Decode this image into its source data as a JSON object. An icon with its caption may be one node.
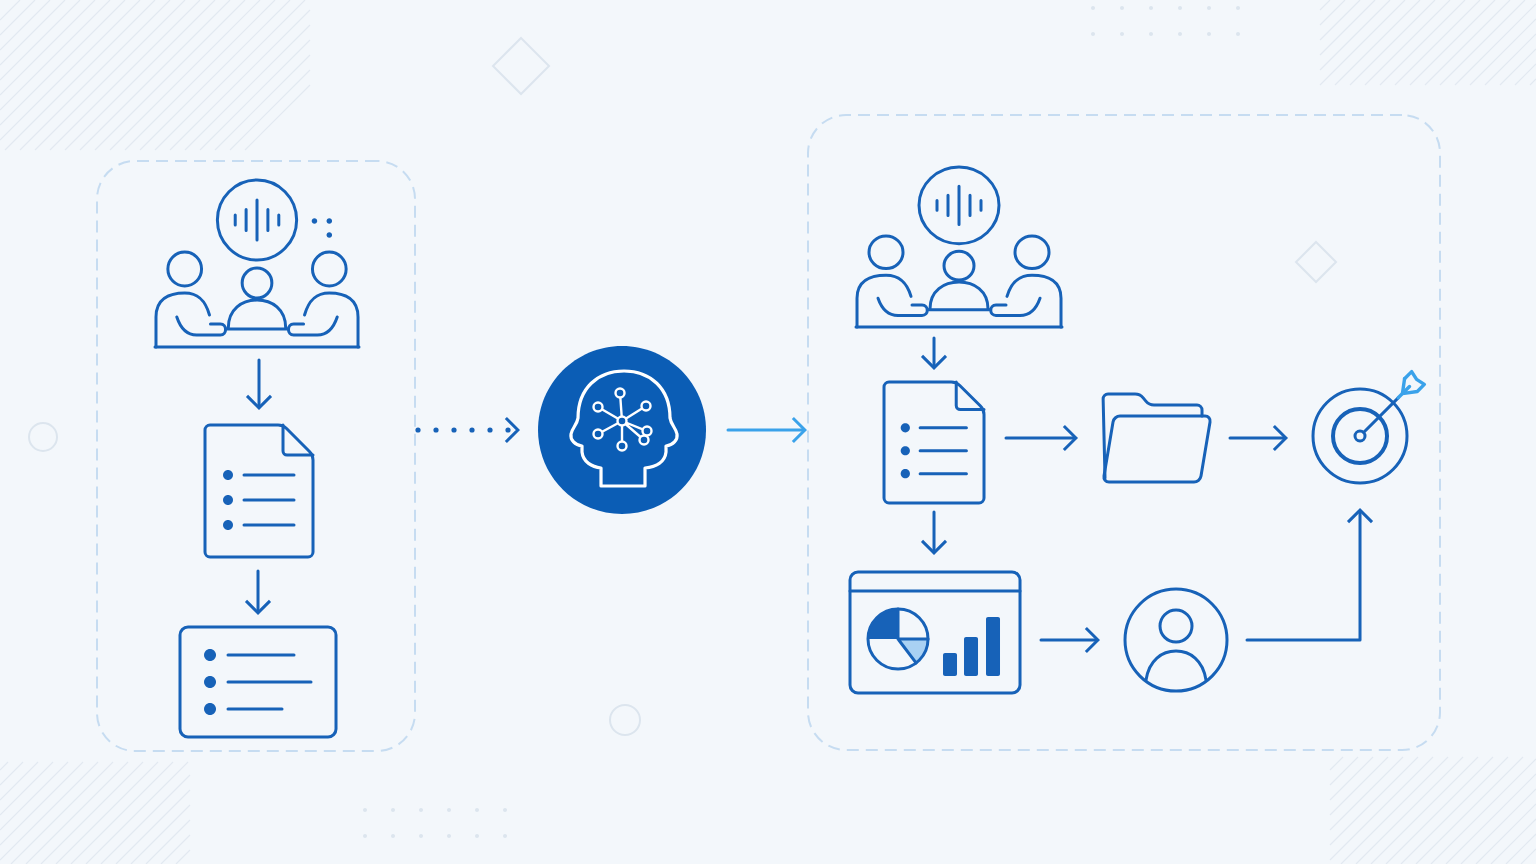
{
  "diagram": {
    "nodes": [
      {
        "text": [],
        "shape": "box"
      },
      {
        "text": [],
        "shape": "picture",
        "in": 0
      },
      {
        "text": [],
        "shape": "picture",
        "in": 0
      },
      {
        "text": [],
        "shape": "picture",
        "in": 0
      },
      {
        "text": [],
        "shape": "circle"
      },
      {
        "text": [],
        "shape": "box"
      },
      {
        "text": [],
        "shape": "picture",
        "in": 5
      },
      {
        "text": [],
        "shape": "picture",
        "in": 5
      },
      {
        "text": [],
        "shape": "box",
        "in": 5
      },
      {
        "text": [],
        "shape": "picture",
        "in": 5
      },
      {
        "text": [],
        "shape": "picture",
        "in": 5
      },
      {
        "text": [],
        "shape": "picture",
        "in": 5
      }
    ],
    "edges": [
      {
        "from": 1,
        "to": 2,
        "arrow": "to"
      },
      {
        "from": 2,
        "to": 3,
        "arrow": "to"
      },
      {
        "from": 0,
        "to": 4,
        "arrow": "to",
        "style": "dashed"
      },
      {
        "from": 4,
        "to": 5,
        "arrow": "to",
        "color": "#3aa2ea"
      },
      {
        "from": 6,
        "to": 7,
        "arrow": "to"
      },
      {
        "from": 7,
        "to": 8,
        "arrow": "to"
      },
      {
        "from": 8,
        "to": 9,
        "arrow": "to"
      },
      {
        "from": 7,
        "to": 10,
        "arrow": "to"
      },
      {
        "from": 10,
        "to": 11,
        "arrow": "to"
      },
      {
        "from": 11,
        "to": 9,
        "arrow": "to"
      }
    ]
  }
}
